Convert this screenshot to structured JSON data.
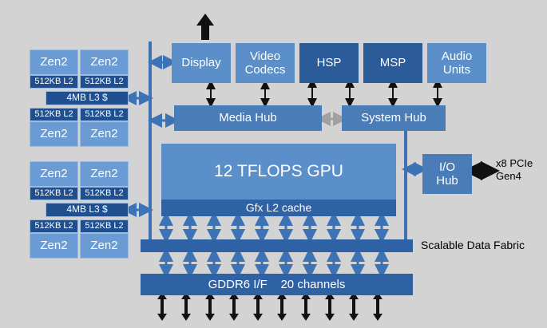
{
  "cpu": {
    "core": "Zen2",
    "l2": "512KB L2",
    "l3": "4MB L3 $"
  },
  "blocks": {
    "display": "Display",
    "video_codecs": "Video\nCodecs",
    "hsp": "HSP",
    "msp": "MSP",
    "audio_units": "Audio\nUnits",
    "media_hub": "Media Hub",
    "system_hub": "System Hub",
    "gpu": "12 TFLOPS GPU",
    "gfx_l2": "Gfx L2 cache",
    "io_hub": "I/O\nHub",
    "gddr6": "GDDR6 I/F    20 channels"
  },
  "labels": {
    "pcie": "x8 PCIe\nGen4",
    "fabric": "Scalable Data Fabric"
  },
  "colors": {
    "background": "#d3d3d3",
    "arrow_dark": "#111111",
    "arrow_light": "#3d72b4",
    "arrow_grey": "#a0a0a0"
  }
}
